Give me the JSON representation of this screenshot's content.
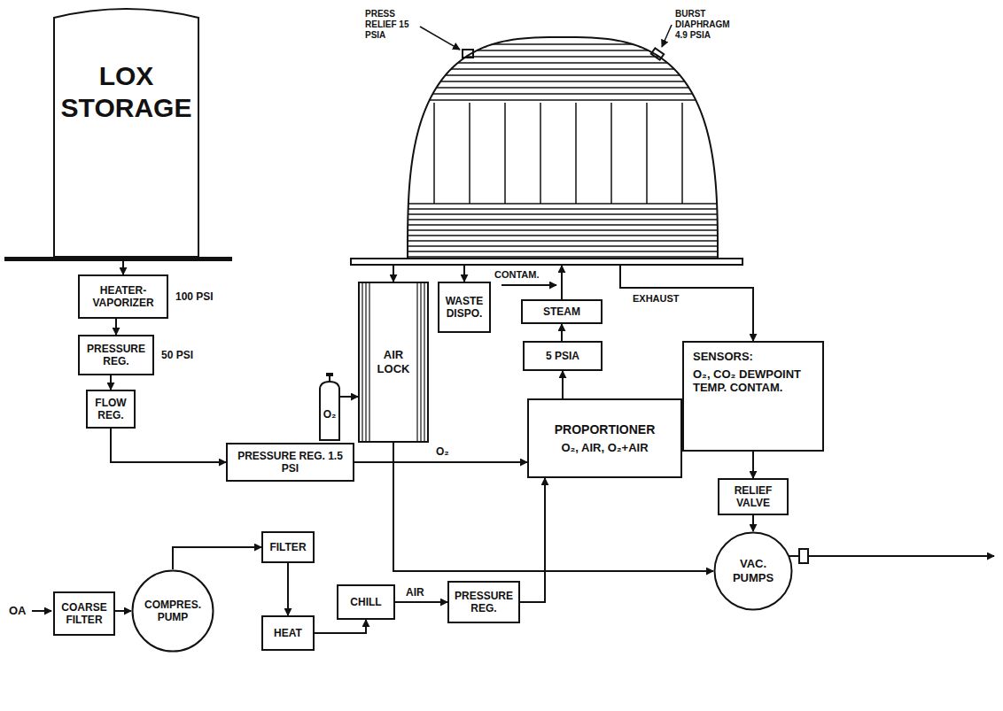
{
  "diagram": {
    "nodes": [
      {
        "text": [
          "LOX STORAGE"
        ]
      },
      {
        "text": [
          "HEATER-VAPORIZER"
        ]
      },
      {
        "text": [
          "PRESSURE REG."
        ]
      },
      {
        "text": [
          "FLOW REG."
        ]
      },
      {
        "text": [
          "PRESSURE REG. 1.5 PSI"
        ]
      },
      {
        "text": [
          "PRESS RELIEF 15 PSIA",
          "BURST DIAPHRAGM 4.9 PSIA"
        ]
      },
      {
        "text": [
          "AIR LOCK"
        ]
      },
      {
        "text": [
          "O₂"
        ]
      },
      {
        "text": [
          "WASTE DISPO."
        ]
      },
      {
        "text": [
          "STEAM"
        ]
      },
      {
        "text": [
          "5 PSIA"
        ]
      },
      {
        "text": [
          "PROPORTIONER",
          "O₂, AIR, O₂+AIR"
        ]
      },
      {
        "text": [
          "SENSORS:",
          "O₂, CO₂ DEWPOINT TEMP. CONTAM."
        ]
      },
      {
        "text": [
          "RELIEF VALVE"
        ]
      },
      {
        "text": [
          "VAC. PUMPS"
        ]
      },
      {
        "text": [
          "COARSE FILTER"
        ]
      },
      {
        "text": [
          "COMPRES. PUMP"
        ]
      },
      {
        "text": [
          "FILTER"
        ]
      },
      {
        "text": [
          "HEAT"
        ]
      },
      {
        "text": [
          "CHILL"
        ]
      },
      {
        "text": [
          "PRESSURE REG."
        ]
      }
    ],
    "edges": [
      {
        "from": 0,
        "to": 1,
        "arrow": "to"
      },
      {
        "from": 1,
        "to": 2,
        "arrow": "to"
      },
      {
        "from": 2,
        "to": 3,
        "arrow": "to"
      },
      {
        "from": 3,
        "to": 4,
        "arrow": "to"
      },
      {
        "from": 4,
        "to": 11,
        "label": "O₂",
        "arrow": "to"
      },
      {
        "from": 11,
        "to": 10,
        "arrow": "to"
      },
      {
        "from": 10,
        "to": 9,
        "arrow": "to"
      },
      {
        "from": 9,
        "to": 5,
        "arrow": "to"
      },
      {
        "from": 5,
        "to": 8,
        "arrow": "to"
      },
      {
        "from": 5,
        "to": 6,
        "arrow": "to"
      },
      {
        "from": 7,
        "to": 6,
        "arrow": "to"
      },
      {
        "from": 6,
        "to": 14,
        "arrow": "to"
      },
      {
        "from": 5,
        "to": 12,
        "label": "EXHAUST",
        "arrow": "to"
      },
      {
        "from": 12,
        "to": 13,
        "arrow": "to"
      },
      {
        "from": 13,
        "to": 14,
        "arrow": "to"
      },
      {
        "from": 15,
        "to": 16,
        "arrow": "to"
      },
      {
        "from": 16,
        "to": 17,
        "arrow": "to"
      },
      {
        "from": 17,
        "to": 18,
        "arrow": "to"
      },
      {
        "from": 18,
        "to": 19,
        "arrow": "to"
      },
      {
        "from": 19,
        "to": 20,
        "label": "AIR",
        "arrow": "to"
      },
      {
        "from": 20,
        "to": 11,
        "arrow": "to"
      }
    ],
    "labels": [
      "100 PSI",
      "50 PSI",
      "CONTAM.",
      "OA"
    ]
  }
}
